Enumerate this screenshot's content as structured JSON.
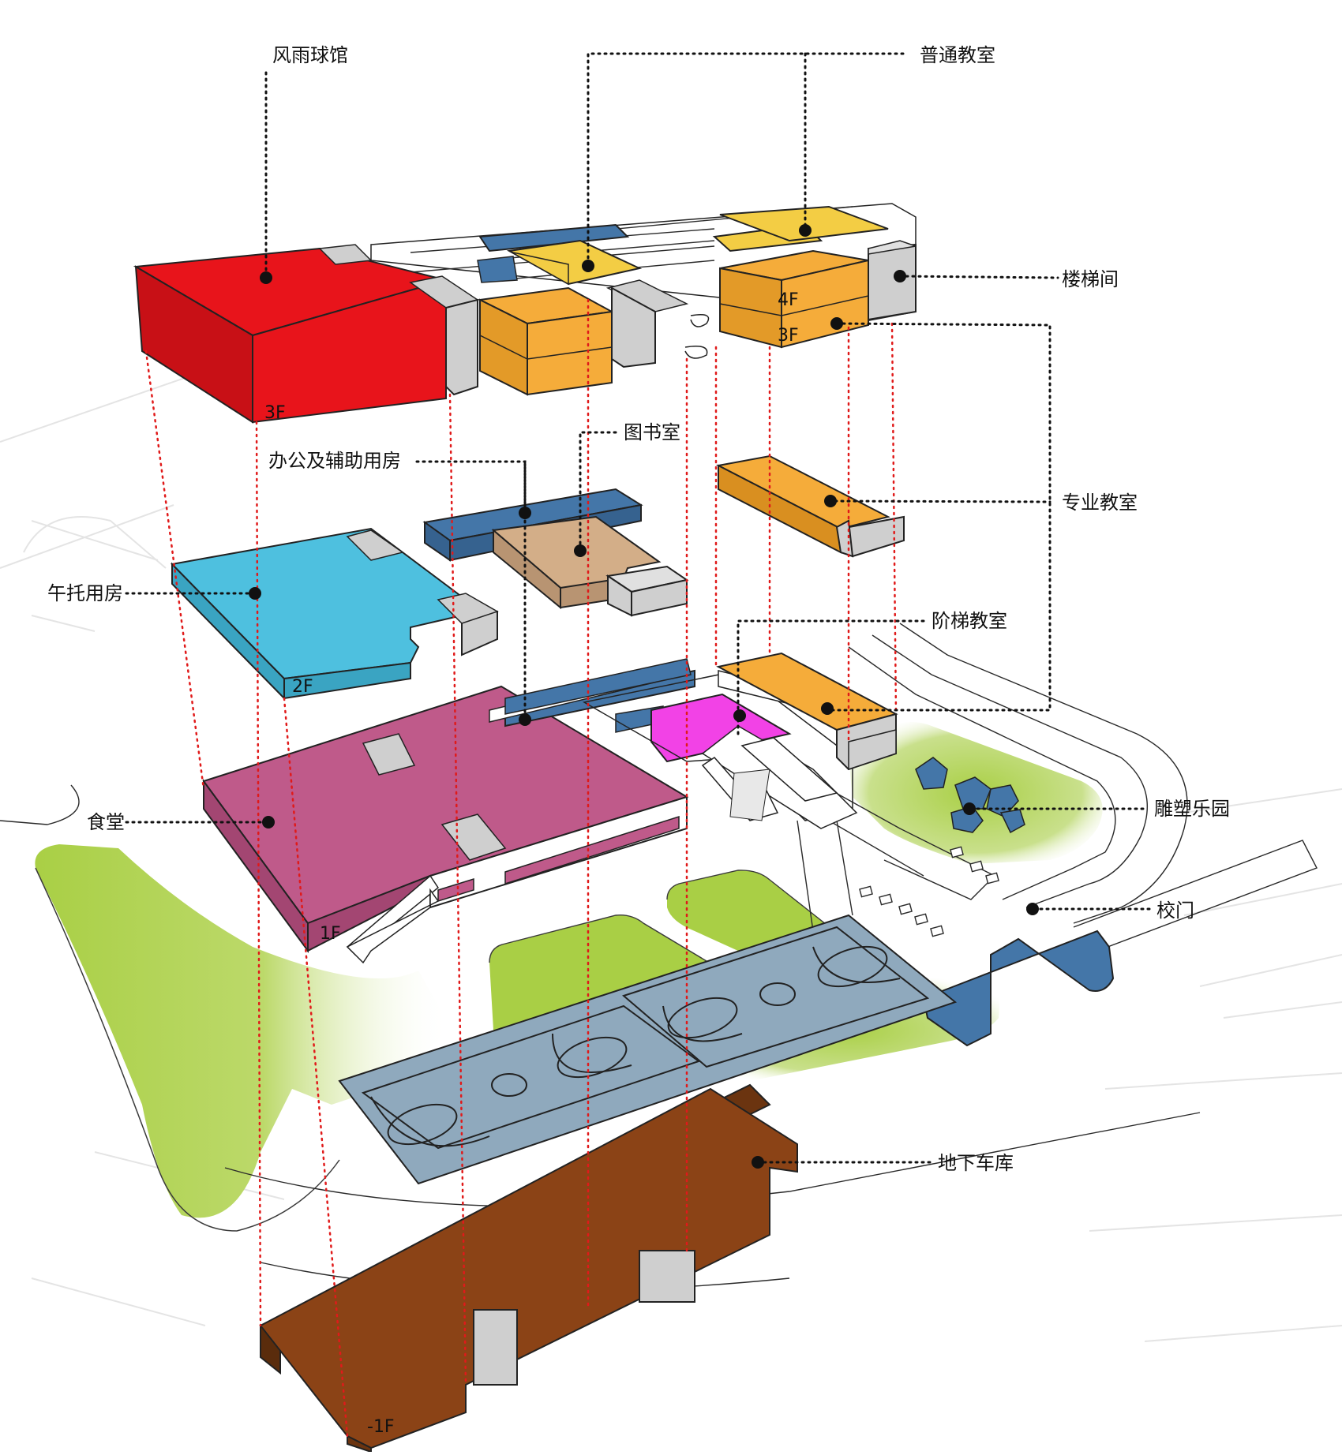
{
  "colors": {
    "sports_hall": "#e8141b",
    "classroom": "#f5ac3a",
    "classroom_light": "#f3cd44",
    "stair": "#cfcfcf",
    "nursery": "#4ec0df",
    "library": "#d3ae88",
    "office": "#4476a8",
    "canteen": "#bf5a8a",
    "lecture_hall": "#f242e6",
    "green": "#a9cf45",
    "court": "#8fa9bd",
    "garage": "#8b4316",
    "leader": "#111111",
    "projection": "#e01a1a"
  },
  "labels": {
    "sports_hall": "风雨球馆",
    "classroom": "普通教室",
    "stairwell": "楼梯间",
    "library": "图书室",
    "office": "办公及辅助用房",
    "special_classroom": "专业教室",
    "nursery": "午托用房",
    "lecture_hall": "阶梯教室",
    "canteen": "食堂",
    "sculpture_park": "雕塑乐园",
    "school_gate": "校门",
    "garage": "地下车库"
  },
  "floors": {
    "sports_hall": "3F",
    "classroom_upper": "4F",
    "classroom_lower": "3F",
    "nursery": "2F",
    "canteen": "1F",
    "garage": "-1F"
  },
  "icons": {
    "leader_dot": "filled-circle",
    "basketball_court": "court-lines"
  }
}
